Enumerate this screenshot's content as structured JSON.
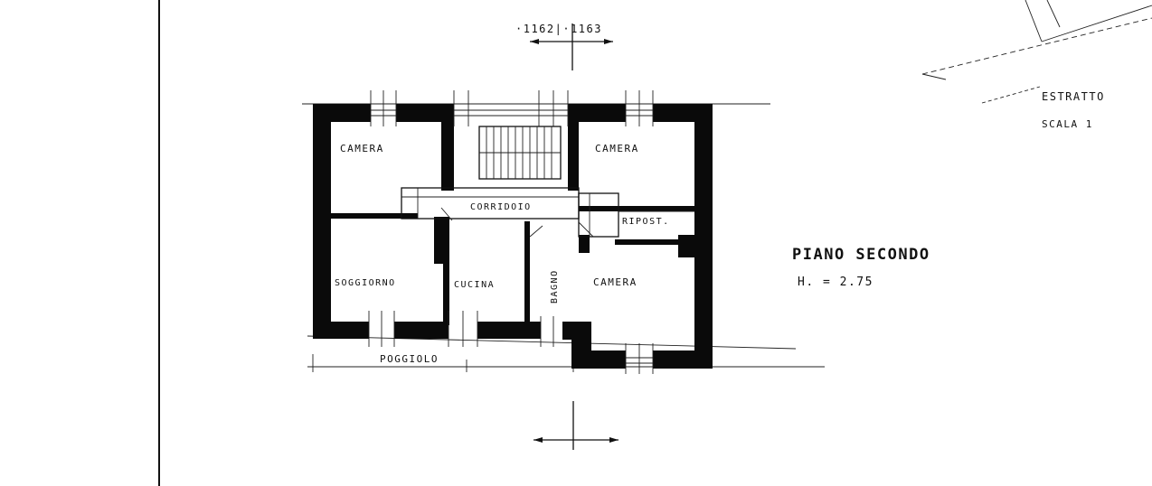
{
  "parcel_marks": "·1162|·1163",
  "rooms": {
    "camera_nw": "CAMERA",
    "camera_ne": "CAMERA",
    "camera_se": "CAMERA",
    "corridoio": "CORRIDOIO",
    "ripost": "RIPOST.",
    "soggiorno": "SOGGIORNO",
    "cucina": "CUCINA",
    "bagno": "BAGNO",
    "poggiolo": "POGGIOLO"
  },
  "floor": {
    "title": "PIANO SECONDO",
    "height": "H. = 2.75"
  },
  "legend_cropped": {
    "line1": "ESTRATTO",
    "line2": "SCALA 1"
  }
}
